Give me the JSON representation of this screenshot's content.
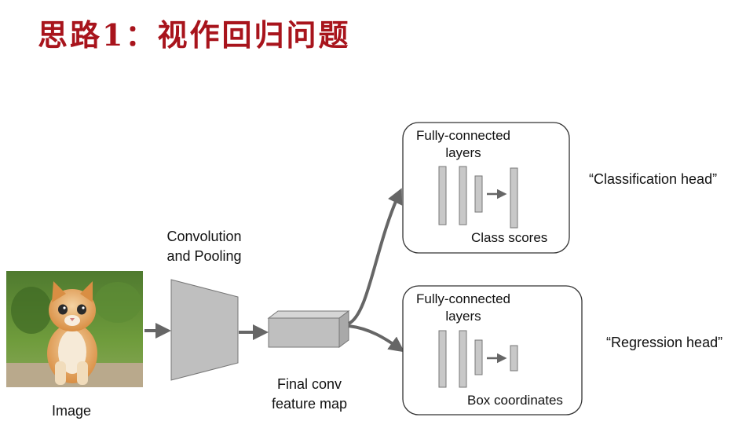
{
  "title": "思路1：视作回归问题",
  "input": {
    "label": "Image"
  },
  "conv_stage": {
    "label_line1": "Convolution",
    "label_line2": "and Pooling"
  },
  "feature_map": {
    "label_line1": "Final conv",
    "label_line2": "feature map"
  },
  "classification_head": {
    "title_line1": "Fully-connected",
    "title_line2": "layers",
    "output_label": "Class scores",
    "caption": "“Classification head”"
  },
  "regression_head": {
    "title_line1": "Fully-connected",
    "title_line2": "layers",
    "output_label": "Box coordinates",
    "caption": "“Regression head”"
  },
  "colors": {
    "title": "#a8141c",
    "shape_fill": "#bfbfbf",
    "arrow": "#666666",
    "box_border": "#333333"
  }
}
